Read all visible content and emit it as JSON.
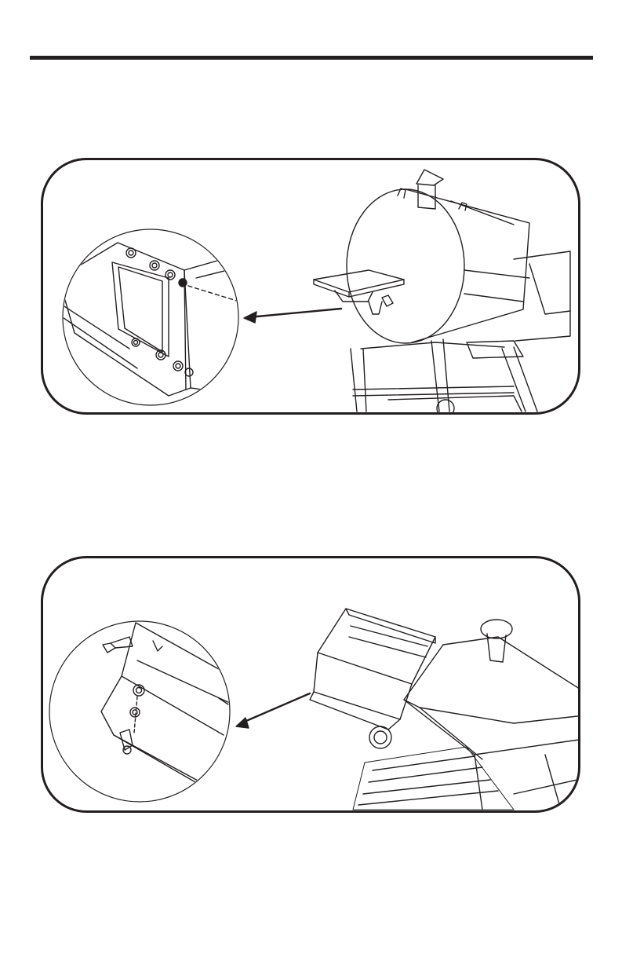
{
  "page": {
    "header_rule": true,
    "panels": [
      {
        "id": "step-1",
        "subject": "side-shelf-front-mount",
        "detail_callout": true
      },
      {
        "id": "step-2",
        "subject": "side-shelf-underside-mount",
        "detail_callout": true
      }
    ]
  },
  "colors": {
    "ink": "#231f20",
    "paper": "#ffffff"
  },
  "icons": [
    "arrow-icon",
    "magnifier-circle"
  ]
}
